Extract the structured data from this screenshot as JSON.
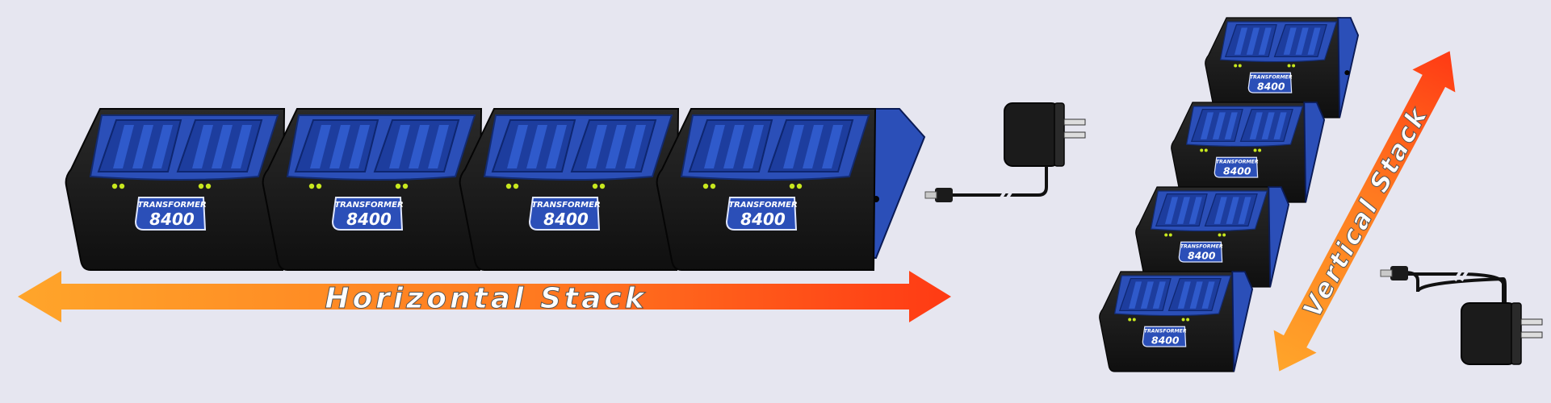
{
  "brand": {
    "wordmark": "TRANSFORMER",
    "model": "8400"
  },
  "labels": {
    "horizontal": "Horizontal Stack",
    "vertical": "Vertical Stack"
  },
  "colors": {
    "background": "#e6e6f0",
    "unit_body": "#151515",
    "unit_blue": "#2b4fb8",
    "slot_dark": "#1d3d9e",
    "led": "#c8e81e",
    "arrow_start": "#ffa52a",
    "arrow_end": "#ff3a14",
    "adapter": "#1b1b1b"
  },
  "icons": [
    "charger-unit-icon",
    "power-adapter-icon",
    "dc-plug-icon",
    "double-arrow-icon"
  ]
}
